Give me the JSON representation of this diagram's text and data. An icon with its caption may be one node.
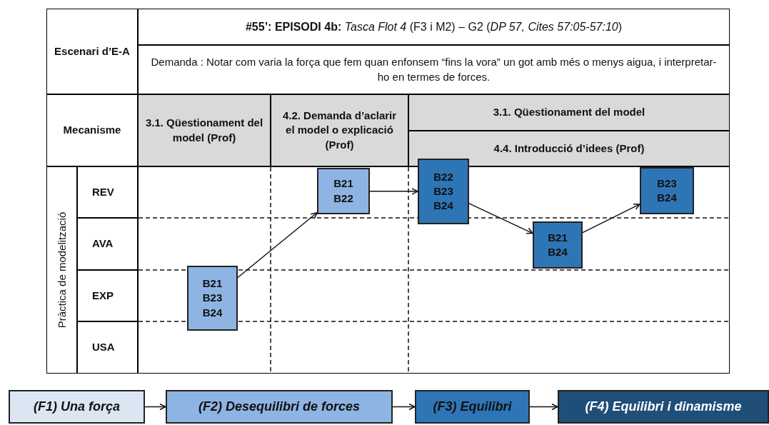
{
  "diagram": {
    "nodes": [
      {
        "text": [
          "B21 B23 B24"
        ]
      },
      {
        "text": [
          "B21 B22"
        ]
      },
      {
        "text": [
          "B22 B23 B24"
        ]
      },
      {
        "text": [
          "B21 B24"
        ]
      },
      {
        "text": [
          "B23 B24"
        ]
      },
      {
        "text": [
          "(F1) Una força"
        ]
      },
      {
        "text": [
          "(F2) Desequilibri de forces"
        ]
      },
      {
        "text": [
          "(F3) Equilibri"
        ]
      },
      {
        "text": [
          "(F4) Equilibri i dinamisme"
        ]
      }
    ],
    "edges": [
      {
        "from": 0,
        "to": 1,
        "arrow": "to"
      },
      {
        "from": 1,
        "to": 2,
        "arrow": "to"
      },
      {
        "from": 2,
        "to": 3,
        "arrow": "to"
      },
      {
        "from": 3,
        "to": 4,
        "arrow": "to"
      },
      {
        "from": 5,
        "to": 6,
        "arrow": "to"
      },
      {
        "from": 6,
        "to": 7,
        "arrow": "to"
      },
      {
        "from": 7,
        "to": 8,
        "arrow": "to"
      }
    ],
    "labels": [
      "Escenari d’E-A",
      "**#55’: EPISODI 4b:** *Tasca Flot 4* (F3 i M2) – G2 (*DP 57, Cites 57:05-57:10*)",
      "Demanda : Notar com varia la força que fem quan enfonsem “fins la vora” un got amb més o menys aigua, i interpretar-ho en termes de forces.",
      "Mecanisme",
      "3.1. Qüestionament del model (Prof)",
      "4.2. Demanda d’aclarir el model o explicació (Prof)",
      "3.1. Qüestionament del model",
      "4.4. Introducció d’idees (Prof)",
      "Pràctica de modelització",
      "REV",
      "AVA",
      "EXP",
      "USA"
    ]
  }
}
